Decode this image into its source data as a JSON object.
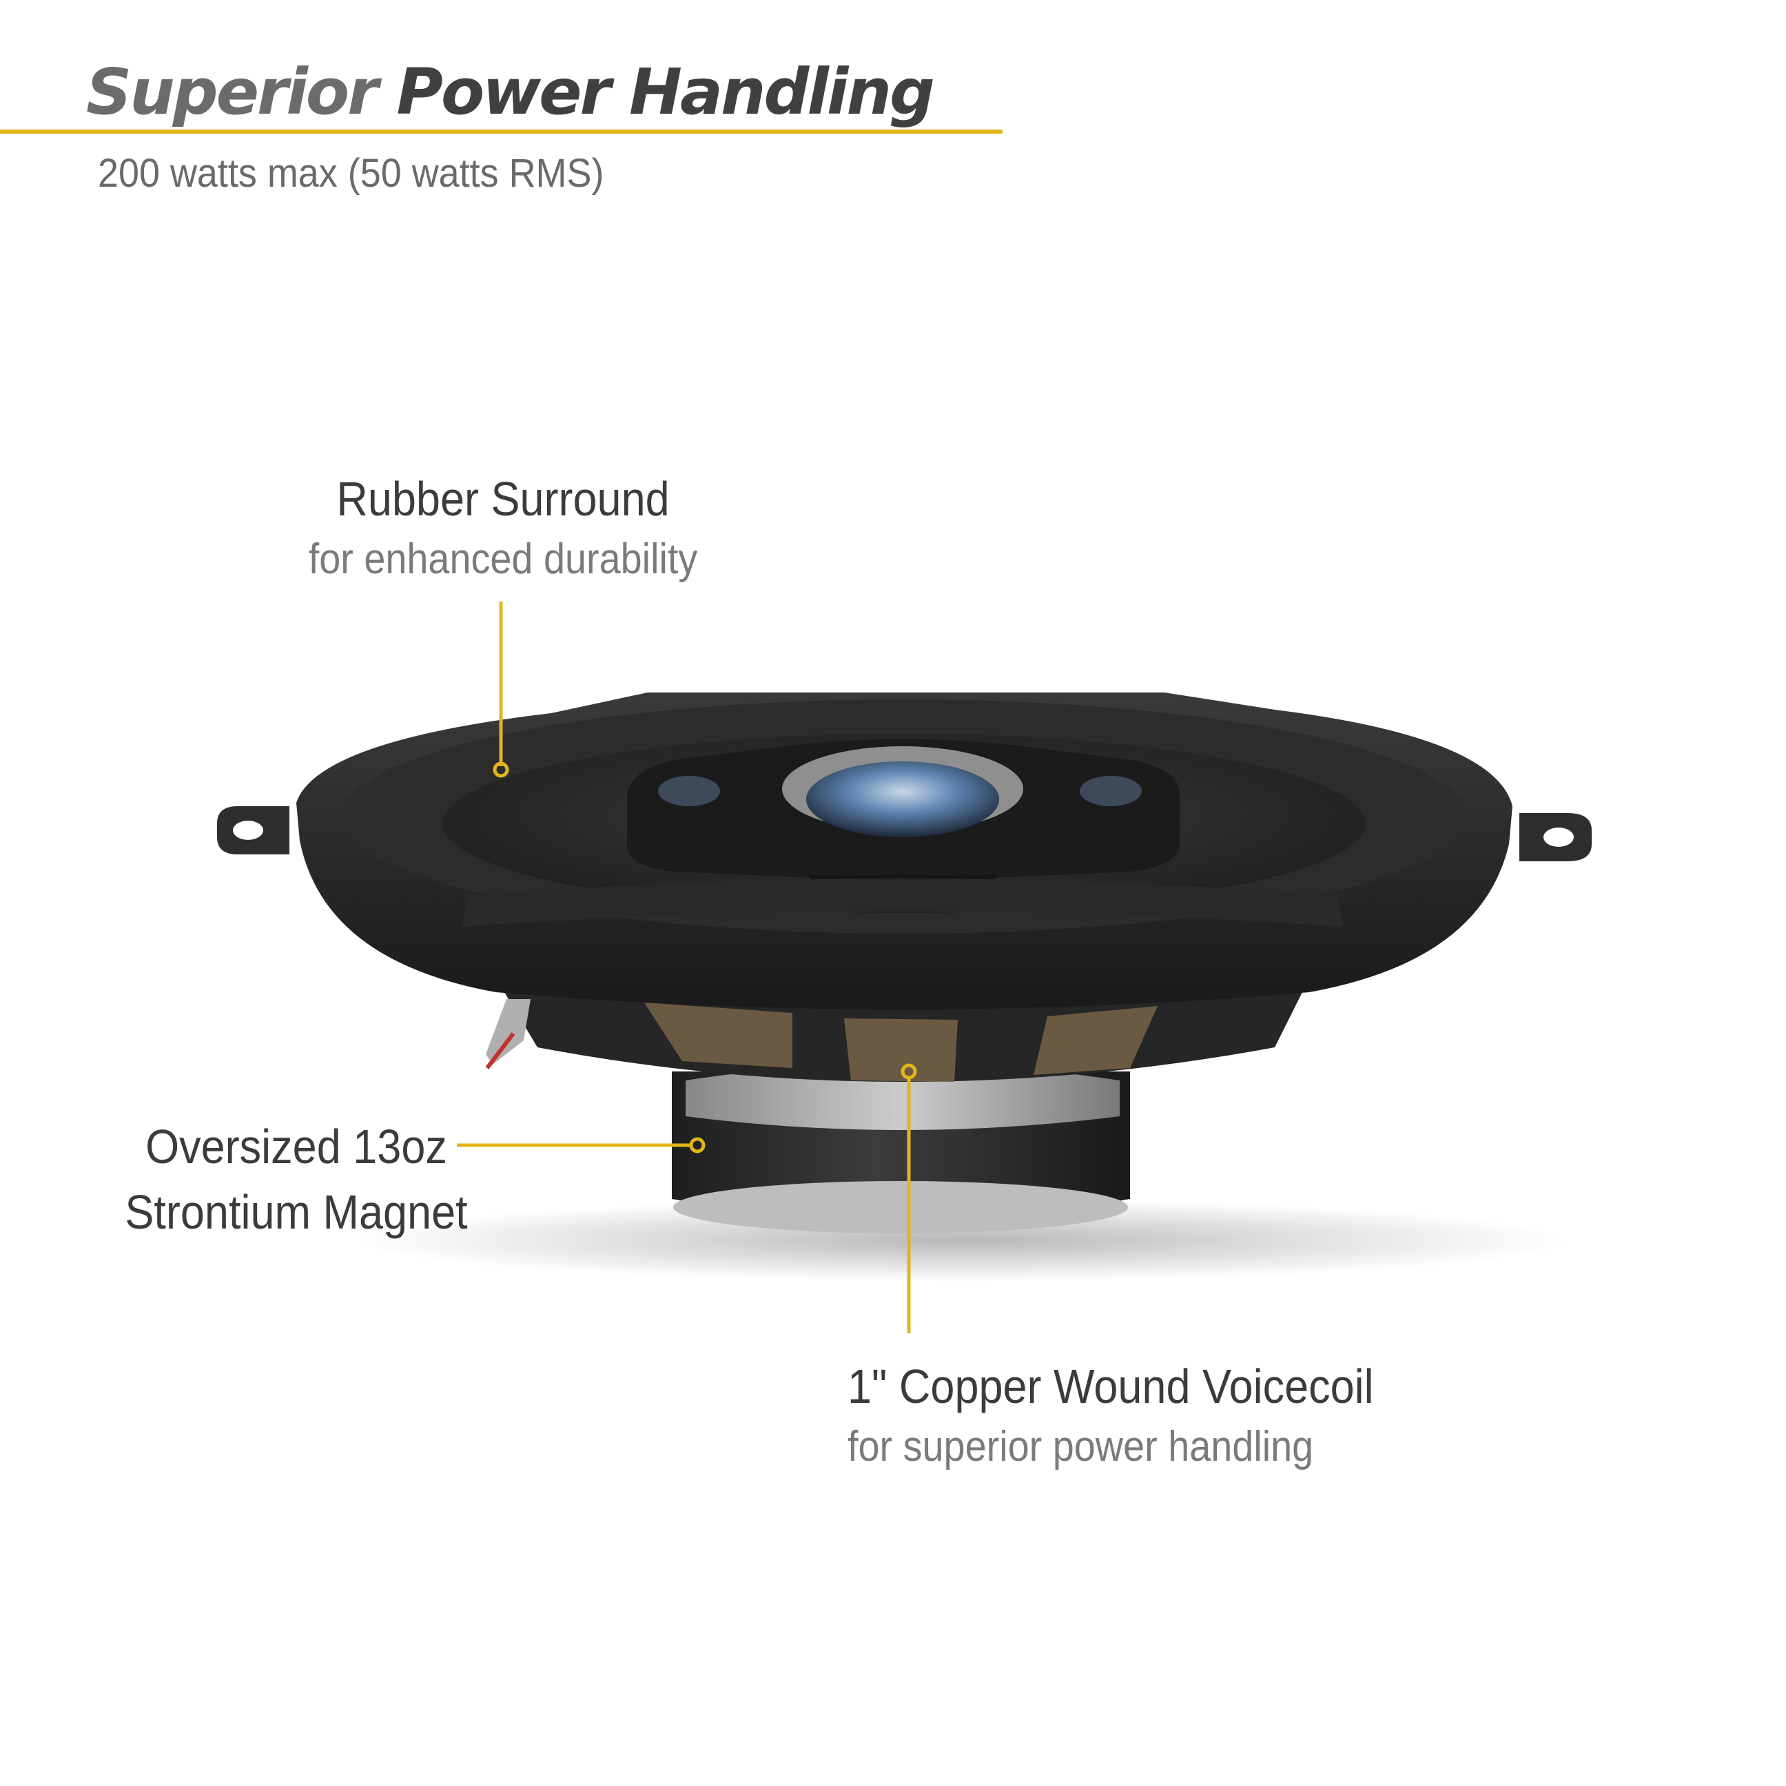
{
  "header": {
    "title_word1": "Superior",
    "title_word2": "Power Handling",
    "subtitle": "200 watts max (50 watts RMS)"
  },
  "callouts": {
    "surround": {
      "title": "Rubber Surround",
      "subtitle": "for enhanced durability"
    },
    "magnet": {
      "line1": "Oversized 13oz",
      "line2": "Strontium Magnet"
    },
    "voicecoil": {
      "title": "1\" Copper Wound Voicecoil",
      "subtitle": "for superior power handling"
    }
  },
  "colors": {
    "accent": "#e2b51b",
    "title_dark": "#404040",
    "title_light": "#6b6b6b",
    "subtitle_text": "#7a7a7a"
  }
}
